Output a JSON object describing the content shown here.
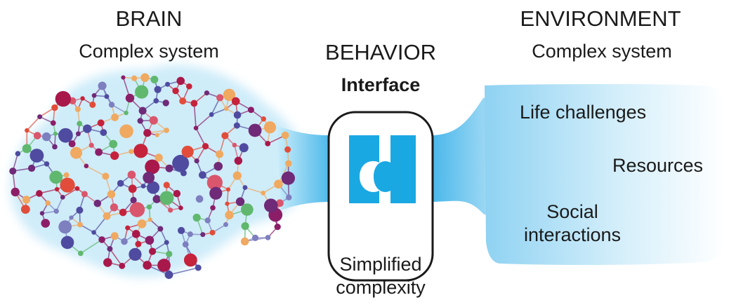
{
  "brain": {
    "title": "BRAIN",
    "subtitle": "Complex system"
  },
  "behavior": {
    "title": "BEHAVIOR",
    "interface": "Interface",
    "bottom_line1": "Simplified",
    "bottom_line2": "complexity"
  },
  "environment": {
    "title": "ENVIRONMENT",
    "subtitle": "Complex system",
    "items": [
      "Life challenges",
      "Resources",
      "Social",
      "interactions"
    ]
  },
  "colors": {
    "glow": "#9fd9f3",
    "cyan": "#27a9e1",
    "puzzle": "#1aa8e3",
    "node_palette": [
      "#a9184a",
      "#6f2a78",
      "#c5233c",
      "#e14d3a",
      "#4f4ba0",
      "#7d7fbf",
      "#60b86e",
      "#f0a960",
      "#8c1e68",
      "#d9566c"
    ]
  }
}
